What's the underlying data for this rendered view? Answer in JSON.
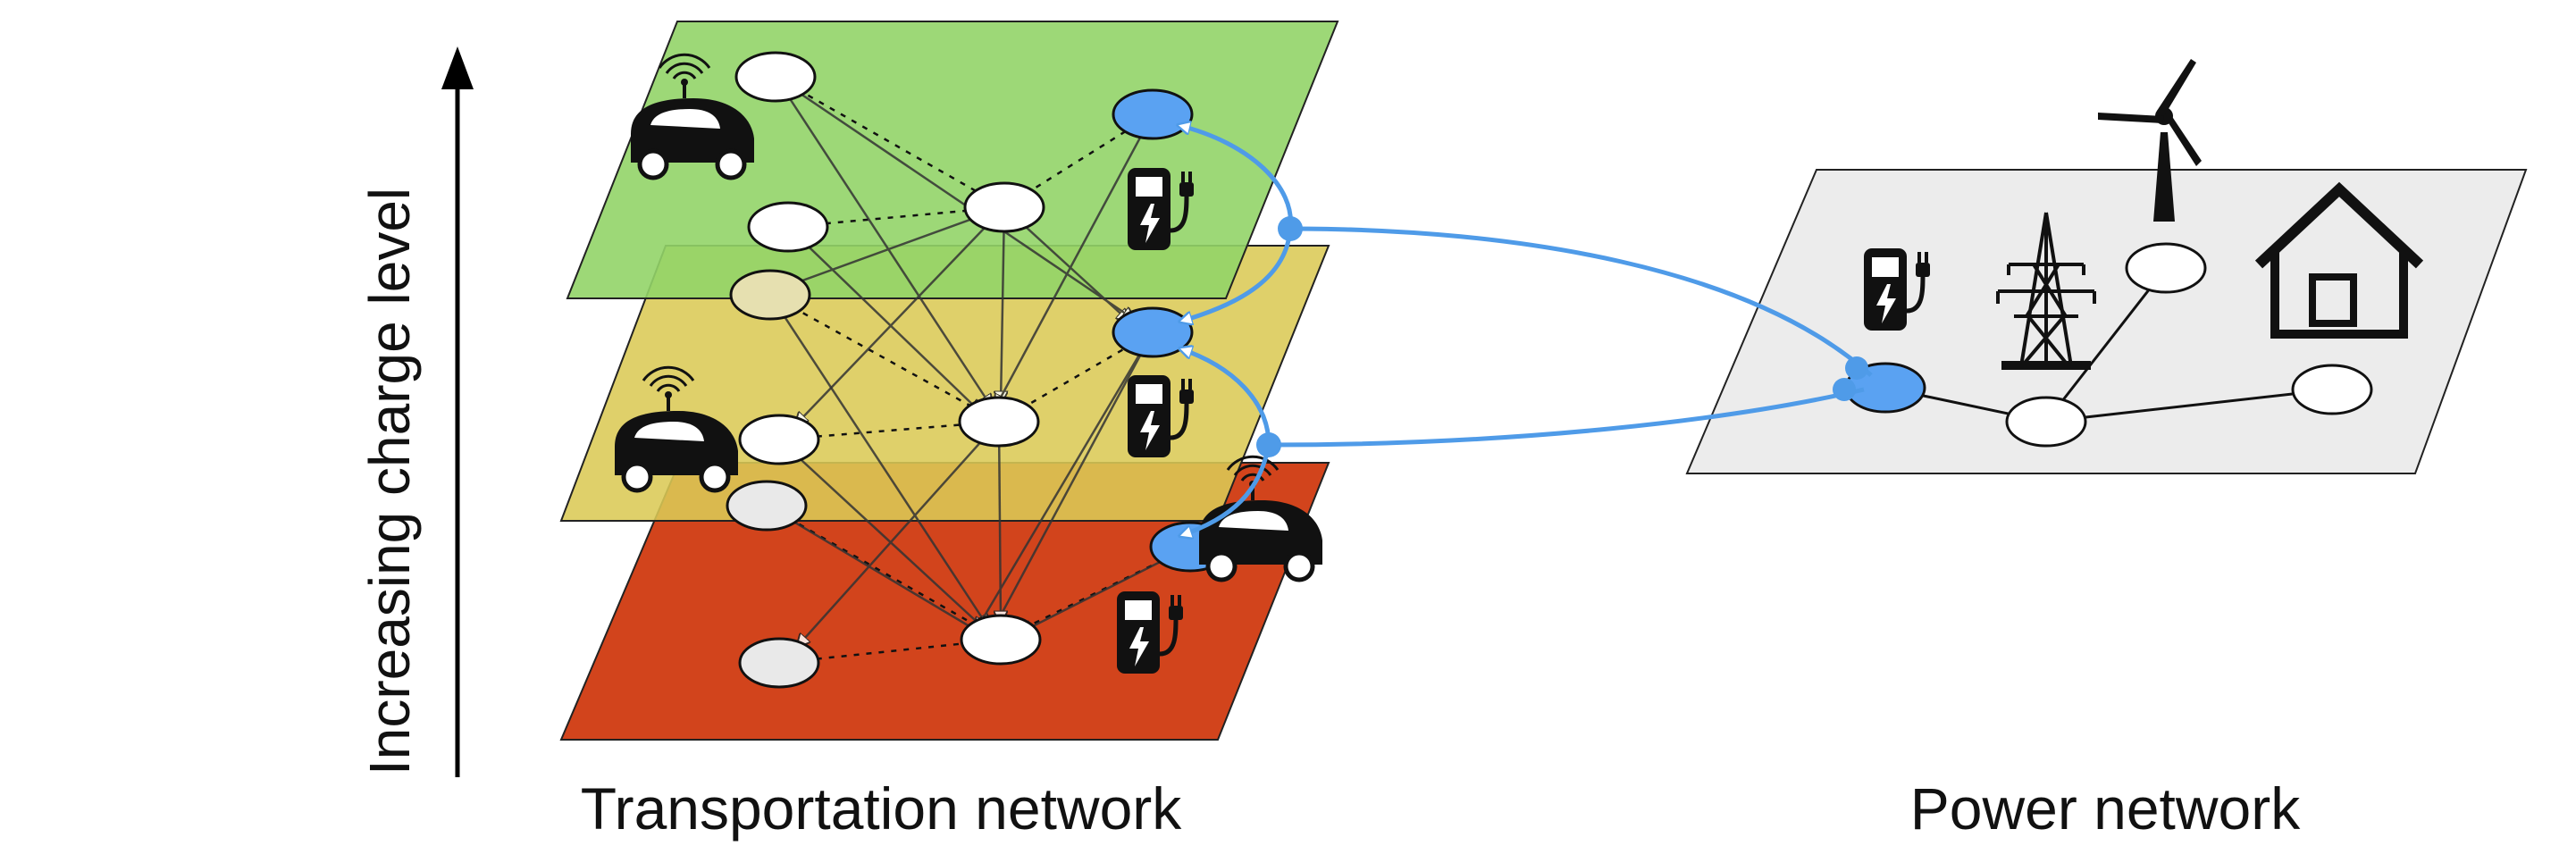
{
  "labels": {
    "axis": "Increasing charge level",
    "transport": "Transportation network",
    "power": "Power network"
  },
  "colors": {
    "top_layer": "#92d468",
    "middle_layer": "#dbc955",
    "bottom_layer": "#d2441c",
    "power_plane": "#ececec",
    "charging_node": "#5aa2f2",
    "link": "#4f9be8"
  },
  "icons": [
    "autonomous-car-icon",
    "charging-station-icon",
    "transmission-tower-icon",
    "wind-turbine-icon",
    "house-icon"
  ]
}
